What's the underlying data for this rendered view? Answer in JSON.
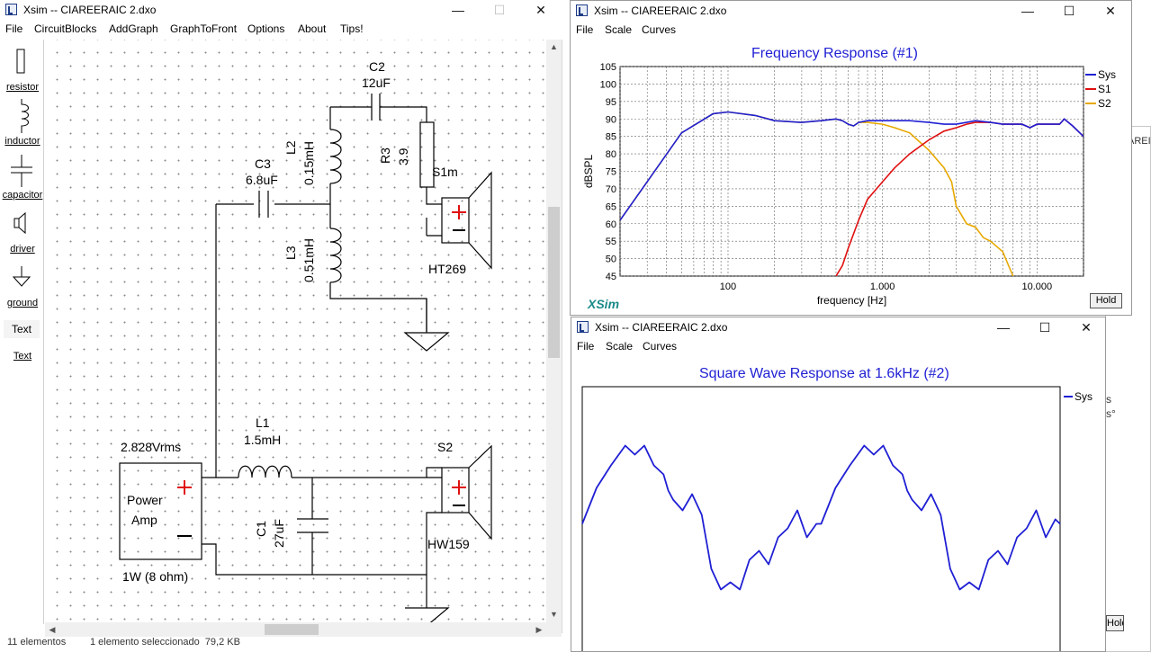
{
  "schematic_window": {
    "title": "Xsim -- CIAREERAIC 2.dxo",
    "menu": [
      "File",
      "CircuitBlocks",
      "AddGraph",
      "GraphToFront",
      "Options",
      "About",
      "Tips!"
    ],
    "toolbox": [
      "resistor",
      "inductor",
      "capacitor",
      "driver",
      "ground",
      "Text"
    ],
    "text_tool_preview": "Text",
    "components": {
      "c2_name": "C2",
      "c2_value": "12uF",
      "c3_name": "C3",
      "c3_value": "6.8uF",
      "l2_name": "L2",
      "l2_value": "0.15mH",
      "r3_name": "R3",
      "r3_value": "3.9",
      "l3_name": "L3",
      "l3_value": "0.51mH",
      "s1_name": "S1m",
      "s1_model": "HT269",
      "l1_name": "L1",
      "l1_value": "1.5mH",
      "c1_name": "C1",
      "c1_value": "27uF",
      "s2_name": "S2",
      "s2_model": "HW159",
      "amp_voltage": "2.828Vrms",
      "amp_label_1": "Power",
      "amp_label_2": "Amp",
      "amp_power": "1W (8 ohm)"
    }
  },
  "status_bar": {
    "items": "11 elementos",
    "selected": "1 elemento seleccionado  79,2 KB"
  },
  "freq_window": {
    "title": "Xsim -- CIAREERAIC 2.dxo",
    "menu": [
      "File",
      "Scale",
      "Curves"
    ],
    "graph_title": "Frequency Response (#1)",
    "logo": "XSim",
    "hold_label": "Hold",
    "chart_data": {
      "type": "line",
      "title": "Frequency Response (#1)",
      "xlabel": "frequency [Hz]",
      "ylabel": "dBSPL",
      "xscale": "log",
      "xlim": [
        20,
        20000
      ],
      "ylim": [
        45,
        105
      ],
      "yticks": [
        105,
        100,
        95,
        90,
        85,
        80,
        75,
        70,
        65,
        60,
        55,
        50,
        45
      ],
      "xtick_labels": [
        "100",
        "1.000",
        "10.000"
      ],
      "xtick_values": [
        100,
        1000,
        10000
      ],
      "legend_position": "top-right",
      "grid": true,
      "series": [
        {
          "name": "Sys",
          "color": "#1f1fd4",
          "x": [
            20,
            30,
            50,
            80,
            100,
            150,
            200,
            300,
            400,
            500,
            550,
            600,
            650,
            700,
            800,
            900,
            1000,
            1200,
            1500,
            2000,
            2500,
            3000,
            3500,
            4000,
            5000,
            6000,
            7000,
            8000,
            9000,
            10000,
            12000,
            14000,
            15000,
            17000,
            20000
          ],
          "y": [
            61,
            72,
            86,
            91.5,
            92,
            91,
            89.5,
            89,
            89.5,
            90,
            89.5,
            88.5,
            88,
            89,
            89.5,
            89.5,
            89.5,
            89.5,
            89.5,
            89,
            88.5,
            88.5,
            89,
            89.5,
            89,
            88.5,
            88.5,
            88.5,
            87.5,
            88.5,
            88.5,
            88.5,
            90,
            88,
            85
          ]
        },
        {
          "name": "S1",
          "color": "#e01010",
          "x": [
            500,
            550,
            600,
            700,
            800,
            1000,
            1200,
            1500,
            2000,
            2500,
            3000,
            3500,
            4000,
            5000,
            6000,
            7000,
            8000,
            9000,
            10000,
            12000,
            14000,
            15000,
            17000,
            20000
          ],
          "y": [
            45,
            48,
            53,
            61,
            67,
            72,
            76,
            80,
            84,
            86.5,
            87.5,
            88.5,
            89,
            89,
            88.5,
            88.5,
            88.5,
            87.5,
            88.5,
            88.5,
            88.5,
            90,
            88,
            85
          ]
        },
        {
          "name": "S2",
          "color": "#e8a800",
          "x": [
            20,
            30,
            50,
            80,
            100,
            150,
            200,
            300,
            400,
            500,
            550,
            600,
            650,
            700,
            800,
            1000,
            1200,
            1500,
            2000,
            2500,
            2800,
            3000,
            3500,
            4000,
            4500,
            5000,
            6000,
            7000
          ],
          "y": [
            61,
            72,
            86,
            91.5,
            92,
            91,
            89.5,
            89,
            89.5,
            90,
            89.5,
            88.5,
            88,
            89,
            89,
            88.5,
            87.5,
            86,
            81,
            76,
            72,
            65,
            60,
            59,
            56,
            55,
            52,
            45
          ]
        }
      ]
    }
  },
  "square_window": {
    "title": "Xsim -- CIAREERAIC 2.dxo",
    "menu": [
      "File",
      "Scale",
      "Curves"
    ],
    "graph_title": "Square Wave Response at 1.6kHz (#2)",
    "chart_data": {
      "type": "line",
      "title": "Square Wave Response at 1.6kHz (#2)",
      "legend_position": "top-right",
      "grid": false,
      "series": [
        {
          "name": "Sys",
          "color": "#1f1fd4",
          "x": [
            0,
            0.03,
            0.06,
            0.09,
            0.11,
            0.13,
            0.15,
            0.17,
            0.18,
            0.19,
            0.21,
            0.23,
            0.25,
            0.27,
            0.29,
            0.31,
            0.33,
            0.35,
            0.37,
            0.39,
            0.41,
            0.43,
            0.45,
            0.47,
            0.49,
            0.5,
            0.53,
            0.56,
            0.59,
            0.61,
            0.63,
            0.65,
            0.67,
            0.68,
            0.69,
            0.71,
            0.73,
            0.75,
            0.77,
            0.79,
            0.81,
            0.83,
            0.85,
            0.87,
            0.89,
            0.91,
            0.93,
            0.95,
            0.97,
            0.99,
            1.0
          ],
          "y": [
            -0.05,
            0.35,
            0.6,
            0.82,
            0.72,
            0.82,
            0.6,
            0.5,
            0.32,
            0.22,
            0.1,
            0.28,
            0.05,
            -0.55,
            -0.78,
            -0.7,
            -0.78,
            -0.45,
            -0.35,
            -0.5,
            -0.2,
            -0.1,
            0.1,
            -0.2,
            -0.05,
            -0.05,
            0.35,
            0.6,
            0.82,
            0.72,
            0.82,
            0.6,
            0.5,
            0.32,
            0.22,
            0.1,
            0.28,
            0.05,
            -0.55,
            -0.78,
            -0.7,
            -0.78,
            -0.45,
            -0.35,
            -0.5,
            -0.2,
            -0.1,
            0.1,
            -0.2,
            0.0,
            -0.05
          ]
        }
      ]
    }
  },
  "background_window": {
    "hold_label": "Hold",
    "partial_texts": [
      "AREI",
      "s",
      "s°"
    ]
  }
}
